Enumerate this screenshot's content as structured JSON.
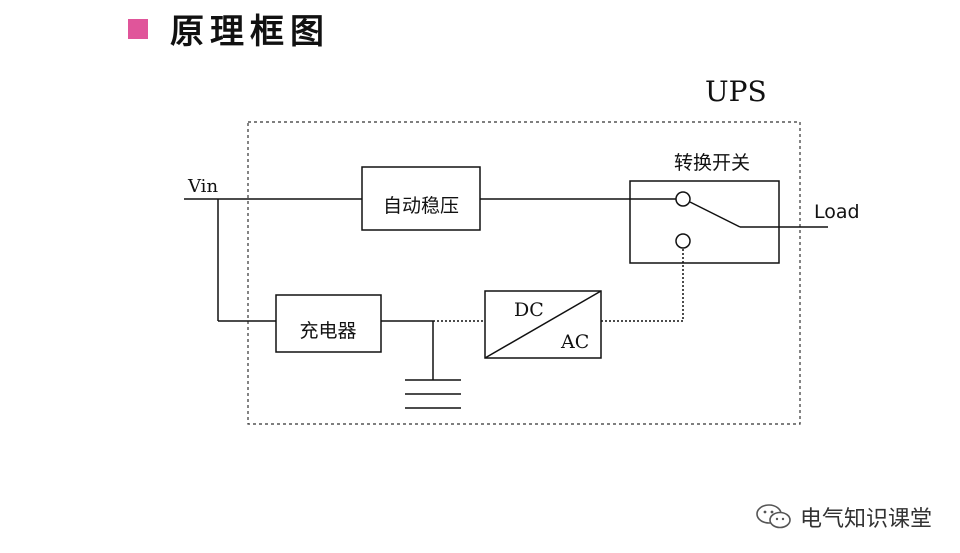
{
  "slide": {
    "title": "原理框图",
    "bullet_color": "#e0559a"
  },
  "diagram": {
    "enclosure_label": "UPS",
    "input_label": "Vin",
    "output_label": "Load",
    "blocks": {
      "regulator": "自动稳压",
      "charger": "充电器",
      "inverter_top": "DC",
      "inverter_bottom": "AC",
      "switch_label": "转换开关"
    }
  },
  "watermark": {
    "text": "电气知识课堂",
    "icon": "wechat-icon"
  }
}
